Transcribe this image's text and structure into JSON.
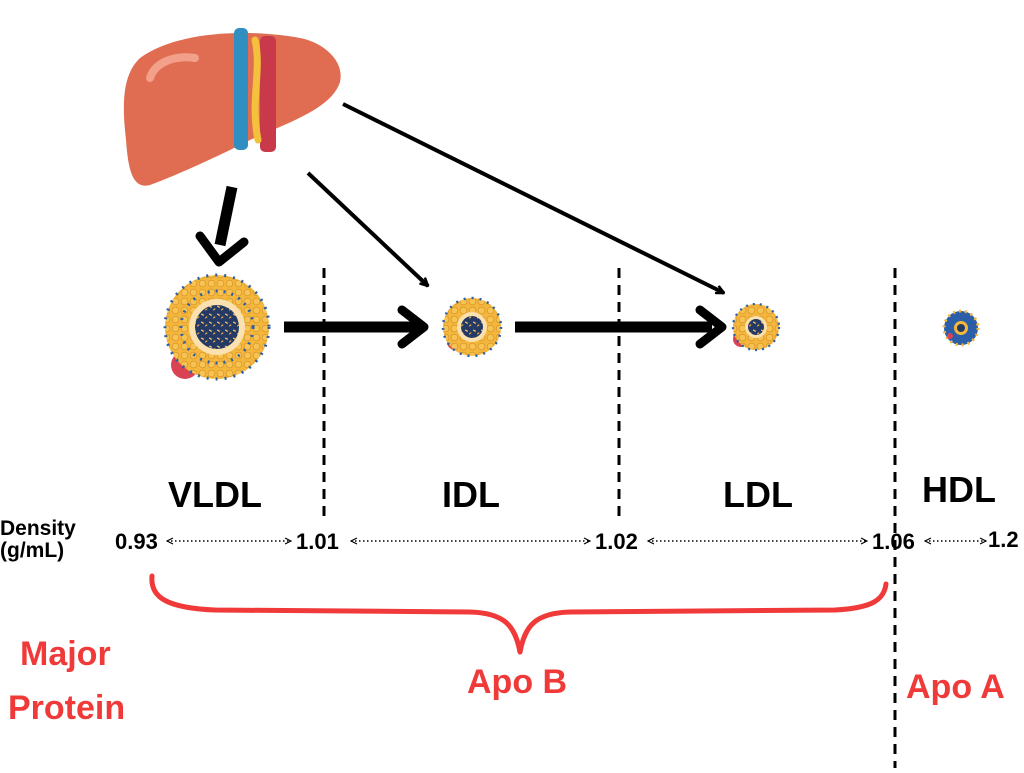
{
  "classes": [
    {
      "label": "VLDL"
    },
    {
      "label": "IDL"
    },
    {
      "label": "LDL"
    },
    {
      "label": "HDL"
    }
  ],
  "density": {
    "title_line1": "Density",
    "title_line2": "(g/mL)",
    "values": [
      "0.93",
      "1.01",
      "1.02",
      "1.06",
      "1.2"
    ]
  },
  "protein": {
    "title_line1": "Major",
    "title_line2": "Protein",
    "apo_b": "Apo B",
    "apo_a": "Apo A"
  },
  "colors": {
    "accent_red": "#f03a3a",
    "liver": "#e06d52",
    "vein_blue": "#2f8fc0",
    "artery_red": "#c83a4a",
    "particle_shell": "#f4b73c",
    "particle_dot": "#2b5ea8"
  },
  "icons": [
    "liver-icon",
    "vldl-particle-icon",
    "idl-particle-icon",
    "ldl-particle-icon",
    "hdl-particle-icon"
  ]
}
